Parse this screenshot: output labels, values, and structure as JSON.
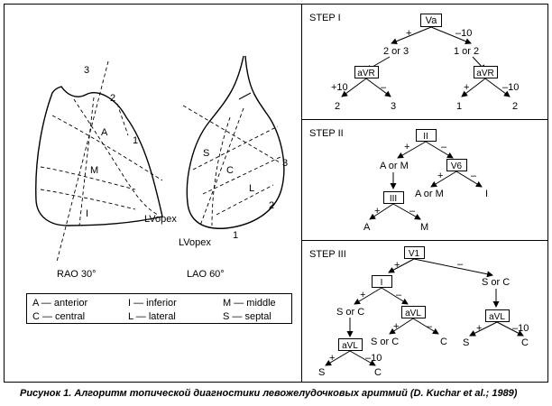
{
  "left": {
    "views": {
      "rao": "RAO 30°",
      "lao": "LAO 60°"
    },
    "rao_regions": {
      "a": "A",
      "m": "M",
      "i": "I"
    },
    "rao_lines": {
      "l1": "1",
      "l2": "2",
      "l3": "3"
    },
    "lao_regions": {
      "s": "S",
      "c": "C",
      "l": "L"
    },
    "lao_lines": {
      "l1": "1",
      "l2": "2",
      "l3": "3"
    },
    "apex": {
      "rao": "LVopex",
      "lao": "LVopex"
    },
    "legend": [
      [
        "A — anterior",
        "I — inferior",
        "M — middle"
      ],
      [
        "C — central",
        "L — lateral",
        "S — septal"
      ]
    ]
  },
  "step1": {
    "title": "STEP I",
    "root": "Va",
    "root_left_edge": "+",
    "root_right_edge": "–10",
    "left_cond": "2 or 3",
    "right_cond": "1 or 2",
    "left_node": "aVR",
    "right_node": "aVR",
    "ll_edge": "+10",
    "lr_edge": "–",
    "rl_edge": "+",
    "rr_edge": "–10",
    "leaves": [
      "2",
      "3",
      "1",
      "2"
    ]
  },
  "step2": {
    "title": "STEP II",
    "root": "II",
    "left_edge": "+",
    "right_edge": "–",
    "left_cond": "A or M",
    "v6": "V6",
    "v6_left_edge": "+",
    "v6_right_edge": "–",
    "v6_left": "A or M",
    "v6_right": "I",
    "iii": "III",
    "iii_left_edge": "+",
    "iii_right_edge": "–",
    "iii_left": "A",
    "iii_right": "M"
  },
  "step3": {
    "title": "STEP III",
    "root": "V1",
    "root_left_edge": "+",
    "root_right_edge": "–",
    "i_node": "I",
    "i_left_edge": "+",
    "i_right_edge": "–",
    "i_left_cond": "S or C",
    "avl_mid": "aVL",
    "avl_mid_left_edge": "+",
    "avl_mid_right_edge": "–",
    "avl_mid_left": "S or C",
    "avl_mid_right": "C",
    "avl_low": "aVL",
    "avl_low_left_edge": "+",
    "avl_low_right_edge": "–10",
    "avl_low_left": "S",
    "avl_low_right": "C",
    "right_cond": "S or C",
    "avl_right": "aVL",
    "avl_right_left_edge": "+",
    "avl_right_right_edge": "–10",
    "avl_right_left": "S",
    "avl_right_right": "C"
  },
  "caption": "Рисунок 1. Алгоритм топической диагностики левожелудочковых аритмий (D. Kuchar et al.; 1989)"
}
